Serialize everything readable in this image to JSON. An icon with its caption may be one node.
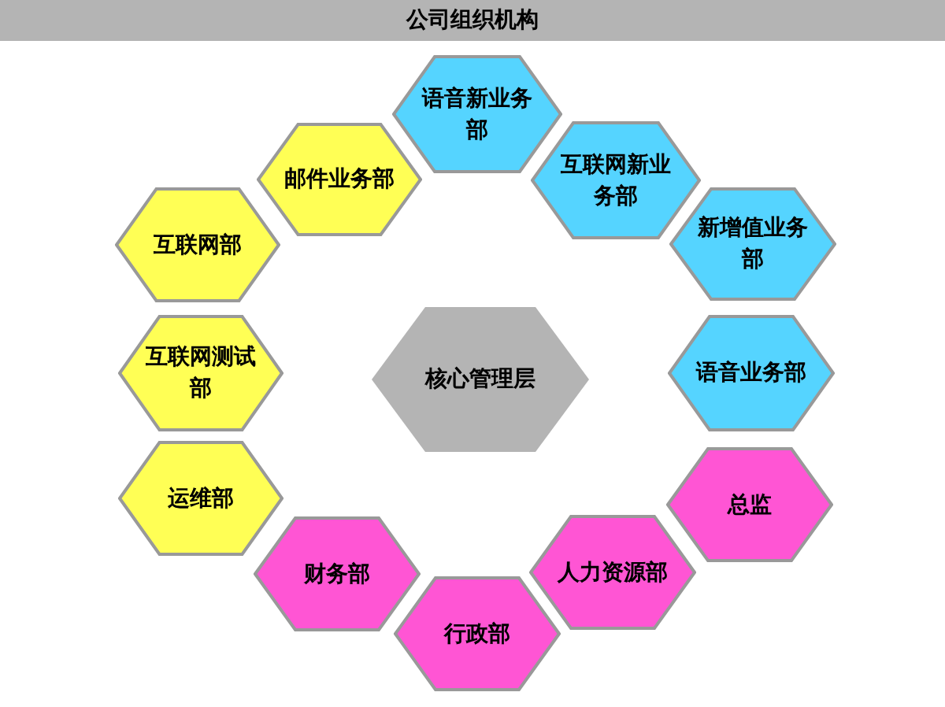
{
  "diagram": {
    "title": "公司组织机构",
    "nodes": [
      {
        "text": [
          "语音新业务部"
        ]
      },
      {
        "text": [
          "邮件业务部"
        ]
      },
      {
        "text": [
          "互联网新业务部"
        ]
      },
      {
        "text": [
          "互联网部"
        ]
      },
      {
        "text": [
          "新增值业务部"
        ]
      },
      {
        "text": [
          "核心管理层"
        ]
      },
      {
        "text": [
          "互联网测试部"
        ]
      },
      {
        "text": [
          "语音业务部"
        ]
      },
      {
        "text": [
          "运维部"
        ]
      },
      {
        "text": [
          "总监"
        ]
      },
      {
        "text": [
          "财务部"
        ]
      },
      {
        "text": [
          "人力资源部"
        ]
      },
      {
        "text": [
          "行政部"
        ]
      }
    ]
  }
}
